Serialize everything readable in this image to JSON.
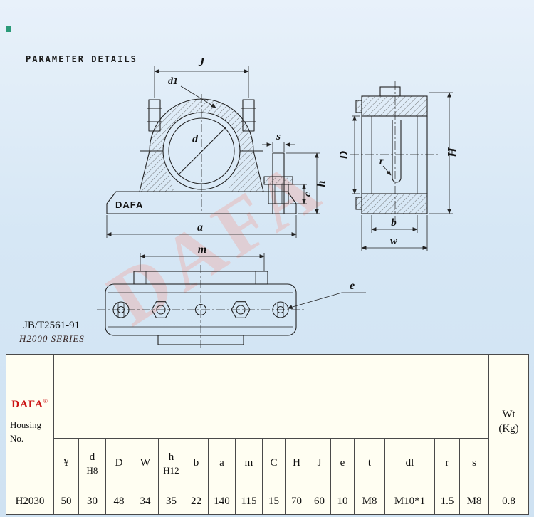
{
  "page": {
    "title": "PARAMETER DETAILS",
    "standard": "JB/T2561-91",
    "series": "H2000  SERIES",
    "watermark": "DAFA"
  },
  "drawing": {
    "brand_on_base": "DAFA",
    "labels": {
      "J": "J",
      "d1": "d1",
      "d": "d",
      "s": "s",
      "h": "h",
      "c": "c",
      "a": "a",
      "m": "m",
      "e": "e",
      "D": "D",
      "H": "H",
      "r": "r",
      "b": "b",
      "w": "w"
    }
  },
  "table": {
    "brand": "DAFA",
    "brand_reg": "®",
    "housing_label_line1": "Housing",
    "housing_label_line2": "No.",
    "wt_line1": "Wt",
    "wt_line2": "(Kg)",
    "columns": [
      {
        "top": "¥",
        "sub": ""
      },
      {
        "top": "d",
        "sub": "H8"
      },
      {
        "top": "D",
        "sub": ""
      },
      {
        "top": "W",
        "sub": ""
      },
      {
        "top": "h",
        "sub": "H12"
      },
      {
        "top": "b",
        "sub": ""
      },
      {
        "top": "a",
        "sub": ""
      },
      {
        "top": "m",
        "sub": ""
      },
      {
        "top": "C",
        "sub": ""
      },
      {
        "top": "H",
        "sub": ""
      },
      {
        "top": "J",
        "sub": ""
      },
      {
        "top": "e",
        "sub": ""
      },
      {
        "top": "t",
        "sub": ""
      },
      {
        "top": "dl",
        "sub": ""
      },
      {
        "top": "r",
        "sub": ""
      },
      {
        "top": "s",
        "sub": ""
      }
    ],
    "row": {
      "housing_no": "H2030",
      "values": [
        "50",
        "30",
        "48",
        "34",
        "35",
        "22",
        "140",
        "115",
        "15",
        "70",
        "60",
        "10",
        "M8",
        "M10*1",
        "1.5",
        "M8"
      ],
      "wt": "0.8"
    }
  }
}
